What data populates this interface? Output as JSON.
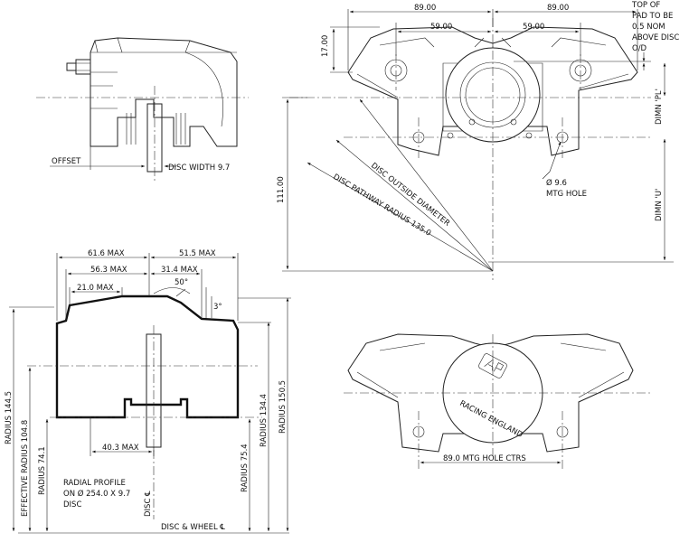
{
  "labels": {
    "dim_89_left": "89.00",
    "dim_89_right": "89.00",
    "dim_59_left": "59.00",
    "dim_59_right": "59.00",
    "dim_17": "17.00",
    "pad_note": [
      "TOP OF",
      "PAD TO BE",
      "0.5 NOM",
      "ABOVE DISC",
      "O/D"
    ],
    "dimn_pl": "DIMN 'PL'",
    "dimn_u": "DIMN 'U'",
    "dim_111": "111.00",
    "disc_outside": "DISC OUTSIDE DIAMETER",
    "disc_pathway": "DISC PATHWAY RADIUS 135.0",
    "mtg_hole_dia": "Ø 9.6",
    "mtg_hole": "MTG HOLE",
    "offset": "OFFSET",
    "disc_width": "DISC WIDTH 9.7",
    "max_616": "61.6 MAX",
    "max_515": "51.5 MAX",
    "max_563": "56.3 MAX",
    "max_314": "31.4 MAX",
    "max_210": "21.0 MAX",
    "angle_50": "50°",
    "angle_3": "3°",
    "max_403": "40.3 MAX",
    "radius_1445": "RADIUS 144.5",
    "eff_radius": "EFFECTIVE RADIUS 104.8",
    "radius_741": "RADIUS 74.1",
    "radius_1344": "RADIUS 134.4",
    "radius_1505": "RADIUS 150.5",
    "radius_754": "RADIUS 75.4",
    "radial_profile": [
      "RADIAL PROFILE",
      "ON Ø 254.0 X 9.7",
      "DISC"
    ],
    "disc_cl": "DISC ℄",
    "disc_wheel_cl": "DISC & WHEEL ℄",
    "mtg_hole_ctrs": "89.0 MTG HOLE CTRS",
    "racing_england": "RACING ENGLAND",
    "logo_mark": "AP"
  }
}
